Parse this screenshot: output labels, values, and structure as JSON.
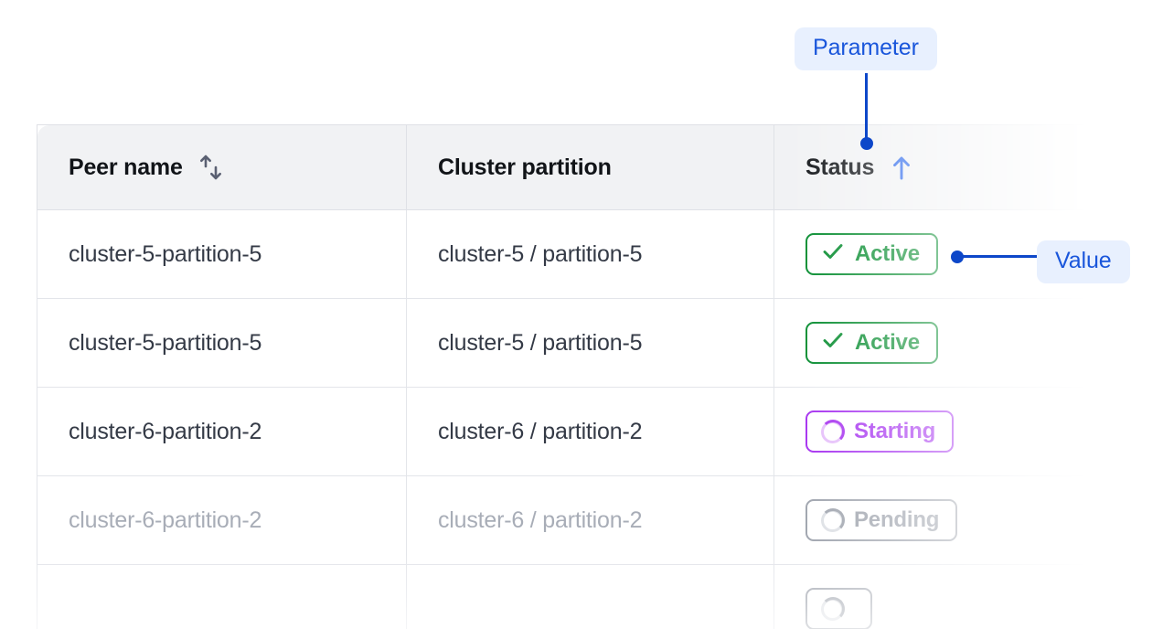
{
  "table": {
    "columns": [
      {
        "label": "Peer name",
        "sort_icon": "sort-updown-icon",
        "sort_state": "none"
      },
      {
        "label": "Cluster partition",
        "sort_icon": null,
        "sort_state": "none"
      },
      {
        "label": "Status",
        "sort_icon": "arrow-up-icon",
        "sort_state": "ascending"
      }
    ],
    "rows": [
      {
        "peer_name": "cluster-5-partition-5",
        "cluster_partition": "cluster-5 / partition-5",
        "status": {
          "label": "Active",
          "icon": "check-icon",
          "variant": "active"
        },
        "muted": false
      },
      {
        "peer_name": "cluster-5-partition-5",
        "cluster_partition": "cluster-5 / partition-5",
        "status": {
          "label": "Active",
          "icon": "check-icon",
          "variant": "active"
        },
        "muted": false
      },
      {
        "peer_name": "cluster-6-partition-2",
        "cluster_partition": "cluster-6 / partition-2",
        "status": {
          "label": "Starting",
          "icon": "spinner-icon",
          "variant": "starting"
        },
        "muted": false
      },
      {
        "peer_name": "cluster-6-partition-2",
        "cluster_partition": "cluster-6 / partition-2",
        "status": {
          "label": "Pending",
          "icon": "spinner-icon",
          "variant": "pending"
        },
        "muted": true
      },
      {
        "peer_name": "",
        "cluster_partition": "",
        "status": {
          "label": "",
          "icon": "spinner-icon",
          "variant": "pending"
        },
        "muted": true
      }
    ]
  },
  "annotations": {
    "parameter": {
      "label": "Parameter",
      "target": "status-column-header"
    },
    "value": {
      "label": "Value",
      "target": "status-badge-row-1"
    }
  },
  "colors": {
    "accent_blue": "#1A56DB",
    "connector_blue": "#0D47C9",
    "callout_bg": "#E8F0FE",
    "header_bg": "#F1F2F4",
    "border": "#E3E5EA",
    "text": "#343A46",
    "muted_text": "#A8ADB7",
    "status_active": "#018A2B",
    "status_starting": "#A32BEF",
    "status_pending": "#9CA1AB"
  }
}
